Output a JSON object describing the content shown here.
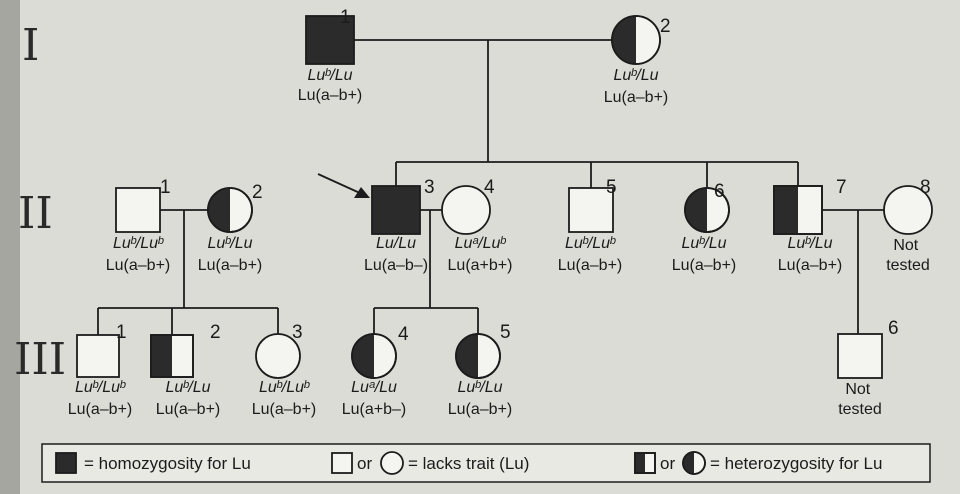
{
  "generations": [
    "I",
    "II",
    "III"
  ],
  "individuals": [
    {
      "id": "I-1",
      "num": "1",
      "sex": "male",
      "status": "homozygous",
      "genotype": "Luᵇ/Lu",
      "phenotype": "Lu(a–b+)"
    },
    {
      "id": "I-2",
      "num": "2",
      "sex": "female",
      "status": "heterozygous",
      "genotype": "Luᵇ/Lu",
      "phenotype": "Lu(a–b+)"
    },
    {
      "id": "II-1",
      "num": "1",
      "sex": "male",
      "status": "lacks",
      "genotype": "Luᵇ/Luᵇ",
      "phenotype": "Lu(a–b+)"
    },
    {
      "id": "II-2",
      "num": "2",
      "sex": "female",
      "status": "heterozygous",
      "genotype": "Luᵇ/Lu",
      "phenotype": "Lu(a–b+)"
    },
    {
      "id": "II-3",
      "num": "3",
      "sex": "male",
      "status": "homozygous",
      "proband": true,
      "genotype": "Lu/Lu",
      "phenotype": "Lu(a–b–)"
    },
    {
      "id": "II-4",
      "num": "4",
      "sex": "female",
      "status": "lacks",
      "genotype": "Luᵃ/Luᵇ",
      "phenotype": "Lu(a+b+)"
    },
    {
      "id": "II-5",
      "num": "5",
      "sex": "male",
      "status": "lacks",
      "genotype": "Luᵇ/Luᵇ",
      "phenotype": "Lu(a–b+)"
    },
    {
      "id": "II-6",
      "num": "6",
      "sex": "female",
      "status": "heterozygous",
      "genotype": "Luᵇ/Lu",
      "phenotype": "Lu(a–b+)"
    },
    {
      "id": "II-7",
      "num": "7",
      "sex": "male",
      "status": "heterozygous",
      "genotype": "Luᵇ/Lu",
      "phenotype": "Lu(a–b+)"
    },
    {
      "id": "II-8",
      "num": "8",
      "sex": "female",
      "status": "lacks",
      "note": "Not tested"
    },
    {
      "id": "III-1",
      "num": "1",
      "sex": "male",
      "status": "lacks",
      "genotype": "Luᵇ/Luᵇ",
      "phenotype": "Lu(a–b+)"
    },
    {
      "id": "III-2",
      "num": "2",
      "sex": "male",
      "status": "heterozygous",
      "genotype": "Luᵇ/Lu",
      "phenotype": "Lu(a–b+)"
    },
    {
      "id": "III-3",
      "num": "3",
      "sex": "female",
      "status": "lacks",
      "genotype": "Luᵇ/Luᵇ",
      "phenotype": "Lu(a–b+)"
    },
    {
      "id": "III-4",
      "num": "4",
      "sex": "female",
      "status": "heterozygous",
      "genotype": "Luᵃ/Lu",
      "phenotype": "Lu(a+b–)"
    },
    {
      "id": "III-5",
      "num": "5",
      "sex": "female",
      "status": "heterozygous",
      "genotype": "Luᵇ/Lu",
      "phenotype": "Lu(a–b+)"
    },
    {
      "id": "III-6",
      "num": "6",
      "sex": "male",
      "status": "lacks",
      "note": "Not tested"
    }
  ],
  "legend": {
    "homozygous": "= homozygosity for Lu",
    "or": "or",
    "lacks": "= lacks trait (Lu)",
    "heterozygous": "= heterozygosity for Lu"
  },
  "colors": {
    "ink": "#1c1c1c",
    "fill": "#2b2b2b",
    "paper": "#f4f4f0",
    "background": "#dcdcd6"
  }
}
